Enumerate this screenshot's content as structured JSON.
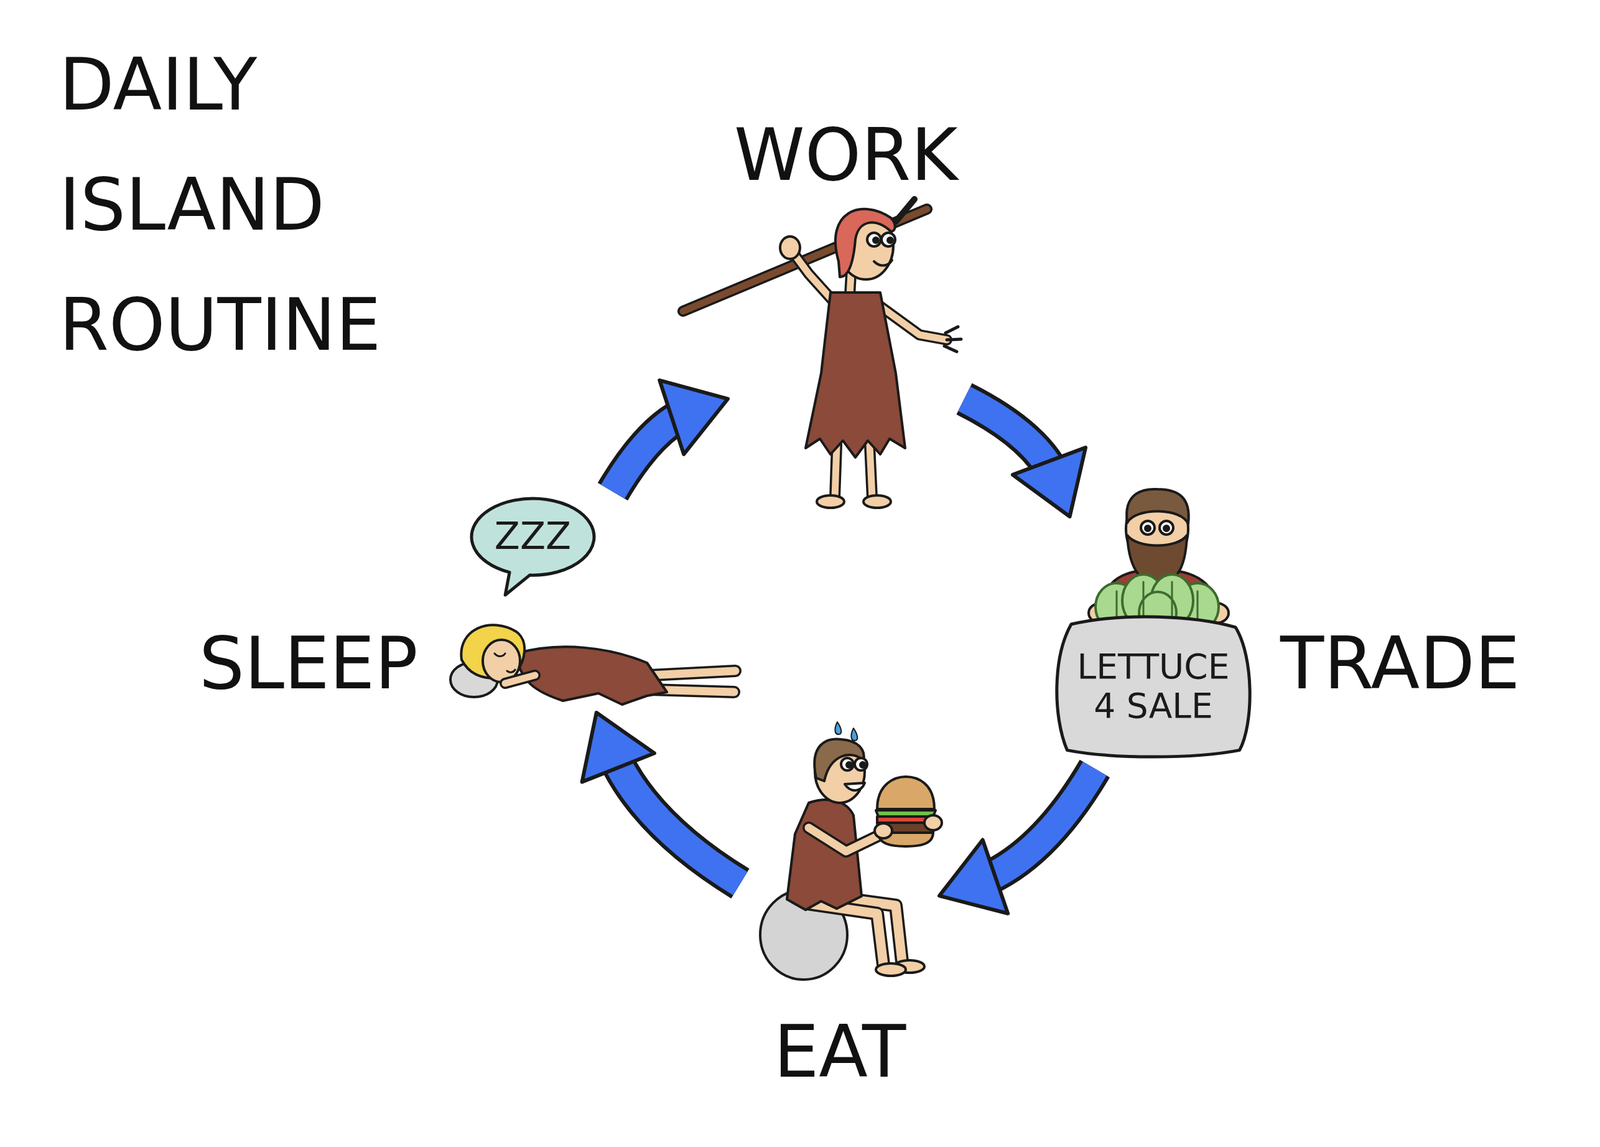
{
  "diagram": {
    "title": "DAILY ISLAND ROUTINE",
    "nodes": [
      {
        "text": [
          "WORK"
        ]
      },
      {
        "text": [
          "TRADE"
        ]
      },
      {
        "text": [
          "LETTUCE 4 SALE"
        ],
        "in": 1
      },
      {
        "text": [
          "EAT"
        ]
      },
      {
        "text": [
          "SLEEP"
        ]
      },
      {
        "text": [
          "ZZZ"
        ],
        "in": 4
      }
    ],
    "edges": [
      {
        "from": 0,
        "to": 1,
        "arrow": "to"
      },
      {
        "from": 1,
        "to": 3,
        "arrow": "to"
      },
      {
        "from": 3,
        "to": 4,
        "arrow": "to"
      },
      {
        "from": 4,
        "to": 0,
        "arrow": "to"
      }
    ]
  }
}
